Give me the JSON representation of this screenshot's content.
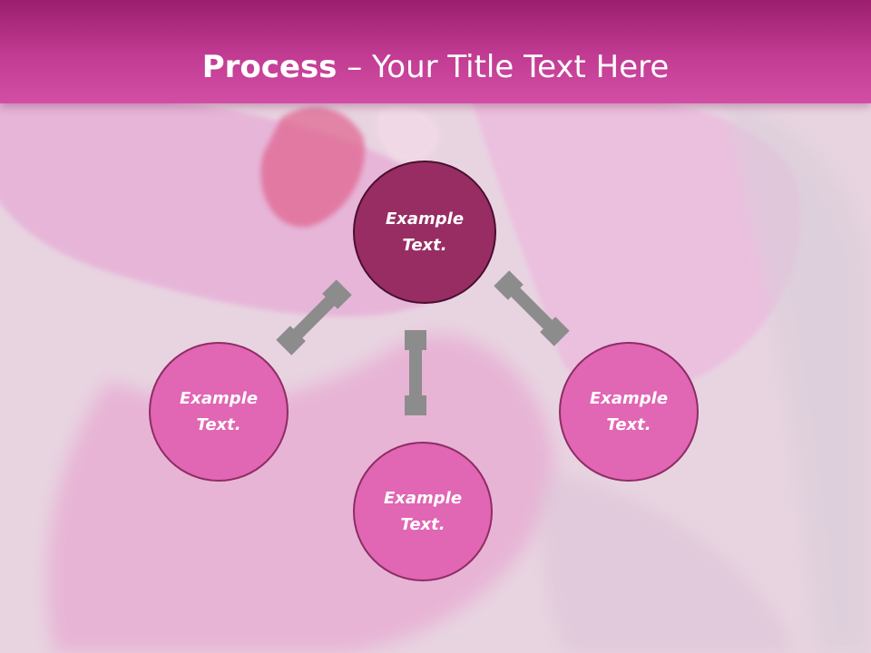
{
  "title": {
    "strong": "Process",
    "rest": " – Your Title Text Here"
  },
  "nodes": {
    "top": "Example Text.",
    "left": "Example Text.",
    "right": "Example Text.",
    "bottom": "Example Text."
  },
  "colors": {
    "title_bar": "#c23c93",
    "node_center": "#982d63",
    "node_outer": "#e166b3",
    "arrow": "#8c8c8c"
  }
}
